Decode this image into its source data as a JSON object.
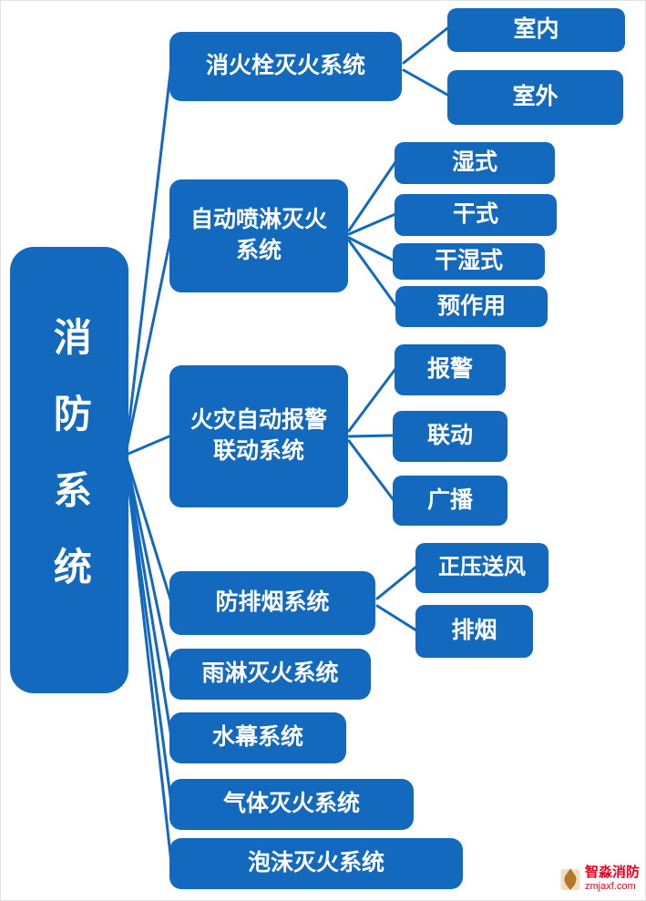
{
  "colors": {
    "node": "#1269be",
    "edge": "#1269be",
    "text": "#ffffff",
    "watermark": "#e8001c",
    "background": "#ffffff"
  },
  "root": {
    "label": "消防系统"
  },
  "branches": [
    {
      "label": "消火栓灭火系统",
      "children": [
        {
          "label": "室内"
        },
        {
          "label": "室外"
        }
      ]
    },
    {
      "label": "自动喷淋灭火\n系统",
      "children": [
        {
          "label": "湿式"
        },
        {
          "label": "干式"
        },
        {
          "label": "干湿式"
        },
        {
          "label": "预作用"
        }
      ]
    },
    {
      "label": "火灾自动报警\n联动系统",
      "children": [
        {
          "label": "报警"
        },
        {
          "label": "联动"
        },
        {
          "label": "广播"
        }
      ]
    },
    {
      "label": "防排烟系统",
      "children": [
        {
          "label": "正压送风"
        },
        {
          "label": "排烟"
        }
      ]
    },
    {
      "label": "雨淋灭火系统",
      "children": []
    },
    {
      "label": "水幕系统",
      "children": []
    },
    {
      "label": "气体灭火系统",
      "children": []
    },
    {
      "label": "泡沫灭火系统",
      "children": []
    }
  ],
  "watermark": {
    "name": "智淼消防",
    "site": "zmjaxf.com"
  }
}
